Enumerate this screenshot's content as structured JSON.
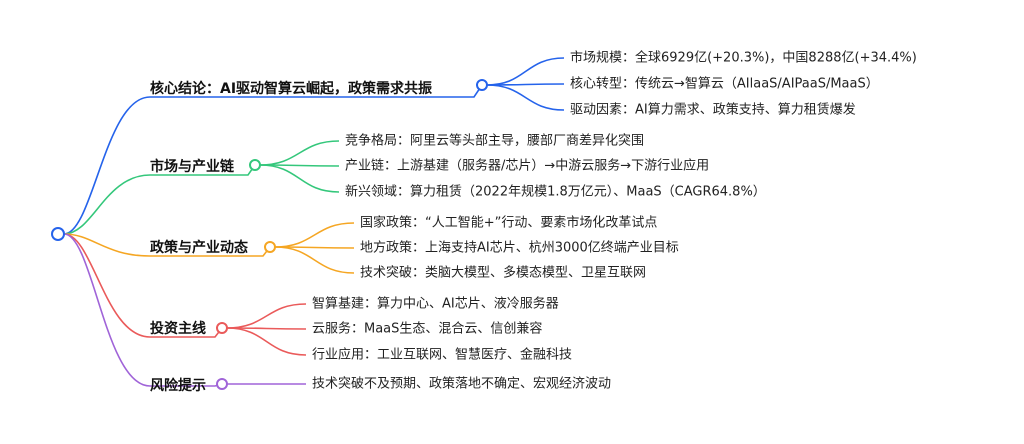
{
  "mindmap": {
    "root": {
      "label": "",
      "color": "#2563eb"
    },
    "branches": [
      {
        "label": "核心结论：AI驱动智算云崛起，政策需求共振",
        "color": "#2563eb",
        "children": [
          "市场规模：全球6929亿(+20.3%)，中国8288亿(+34.4%)",
          "核心转型：传统云→智算云（AIlaaS/AIPaaS/MaaS）",
          "驱动因素：AI算力需求、政策支持、算力租赁爆发"
        ]
      },
      {
        "label": "市场与产业链",
        "color": "#34c77b",
        "children": [
          "竞争格局：阿里云等头部主导，腰部厂商差异化突围",
          "产业链：上游基建（服务器/芯片）→中游云服务→下游行业应用",
          "新兴领域：算力租赁（2022年规模1.8万亿元）、MaaS（CAGR64.8%）"
        ]
      },
      {
        "label": "政策与产业动态",
        "color": "#f5a623",
        "children": [
          "国家政策：“人工智能+”行动、要素市场化改革试点",
          "地方政策：上海支持AI芯片、杭州3000亿终端产业目标",
          "技术突破：类脑大模型、多模态模型、卫星互联网"
        ]
      },
      {
        "label": "投资主线",
        "color": "#ea5a5a",
        "children": [
          "智算基建：算力中心、AI芯片、液冷服务器",
          "云服务：MaaS生态、混合云、信创兼容",
          "行业应用：工业互联网、智慧医疗、金融科技"
        ]
      },
      {
        "label": "风险提示",
        "color": "#a064d8",
        "children": [
          "技术突破不及预期、政策落地不确定、宏观经济波动"
        ]
      }
    ]
  }
}
